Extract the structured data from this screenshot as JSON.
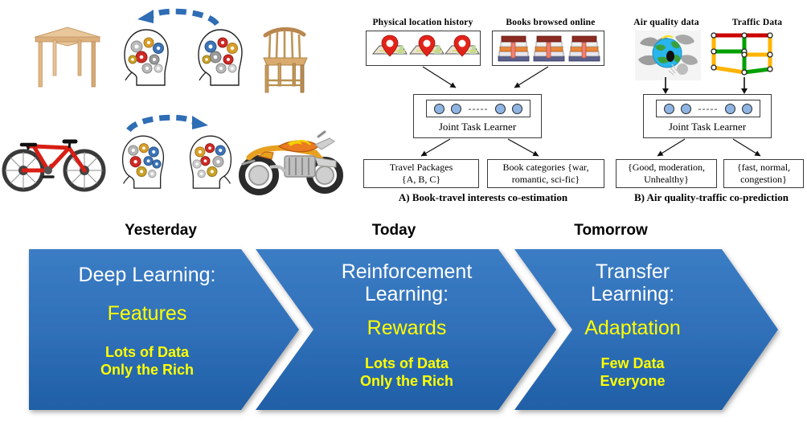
{
  "top_left": {
    "name": "object-transfer-illustration",
    "rows": [
      {
        "source_object": "table",
        "target_object": "chair",
        "arrow": "curved-arrow-right-to-left",
        "brains": [
          "brain-gears-head-left",
          "brain-gears-head-right"
        ]
      },
      {
        "source_object": "bicycle",
        "target_object": "motorcycle",
        "arrow": "curved-arrow-left-to-right",
        "brains": [
          "brain-gears-head-left",
          "brain-gears-head-right"
        ]
      }
    ]
  },
  "panelA": {
    "caption": "A) Book-travel interests co-estimation",
    "sources": [
      {
        "label": "Physical location history",
        "icon": "map-location-pin-icon",
        "count": 3
      },
      {
        "label": "Books browsed online",
        "icon": "book-stack-icon",
        "count": 3
      }
    ],
    "learner": {
      "label": "Joint Task Learner",
      "nodes": 4,
      "dots": "-----"
    },
    "outputs": [
      "Travel Packages\n{A, B, C}",
      "Book categories  {war,\nromantic, sci-fic}"
    ],
    "output_lines": [
      [
        "Travel Packages",
        "{A, B, C}"
      ],
      [
        "Book categories  {war,",
        "romantic, sci-fic}"
      ]
    ]
  },
  "panelB": {
    "caption": "B) Air quality-traffic co-prediction",
    "sources": [
      {
        "label": "Air quality data",
        "icon": "polluted-globe-icon",
        "count": 1
      },
      {
        "label": "Traffic Data",
        "icon": "road-network-graph-icon",
        "count": 1
      }
    ],
    "learner": {
      "label": "Joint Task Learner",
      "nodes": 4,
      "dots": "-----"
    },
    "output_lines": [
      [
        "{Good, moderation,",
        "Unhealthy}"
      ],
      [
        "{fast, normal,",
        "congestion}"
      ]
    ]
  },
  "timeline": {
    "stages": [
      {
        "header": "Yesterday",
        "title_lines": [
          "Deep Learning:"
        ],
        "keyword": "Features",
        "sub_lines": [
          "Lots of Data",
          "Only the Rich"
        ]
      },
      {
        "header": "Today",
        "title_lines": [
          "Reinforcement",
          "Learning:"
        ],
        "keyword": "Rewards",
        "sub_lines": [
          "Lots of Data",
          "Only the Rich"
        ]
      },
      {
        "header": "Tomorrow",
        "title_lines": [
          "Transfer",
          "Learning:"
        ],
        "keyword": "Adaptation",
        "sub_lines": [
          "Few Data",
          "Everyone"
        ]
      }
    ]
  },
  "colors": {
    "chevron_top": "#3b7dc4",
    "chevron_bottom": "#1f5fa6",
    "keyword_yellow": "#ffff00",
    "title_white": "#ffffff",
    "node_blue": "#8eb4e3",
    "pin_red": "#e2231a",
    "traffic_red": "#cc0000",
    "traffic_green": "#00a000",
    "traffic_yellow": "#ffb400"
  }
}
